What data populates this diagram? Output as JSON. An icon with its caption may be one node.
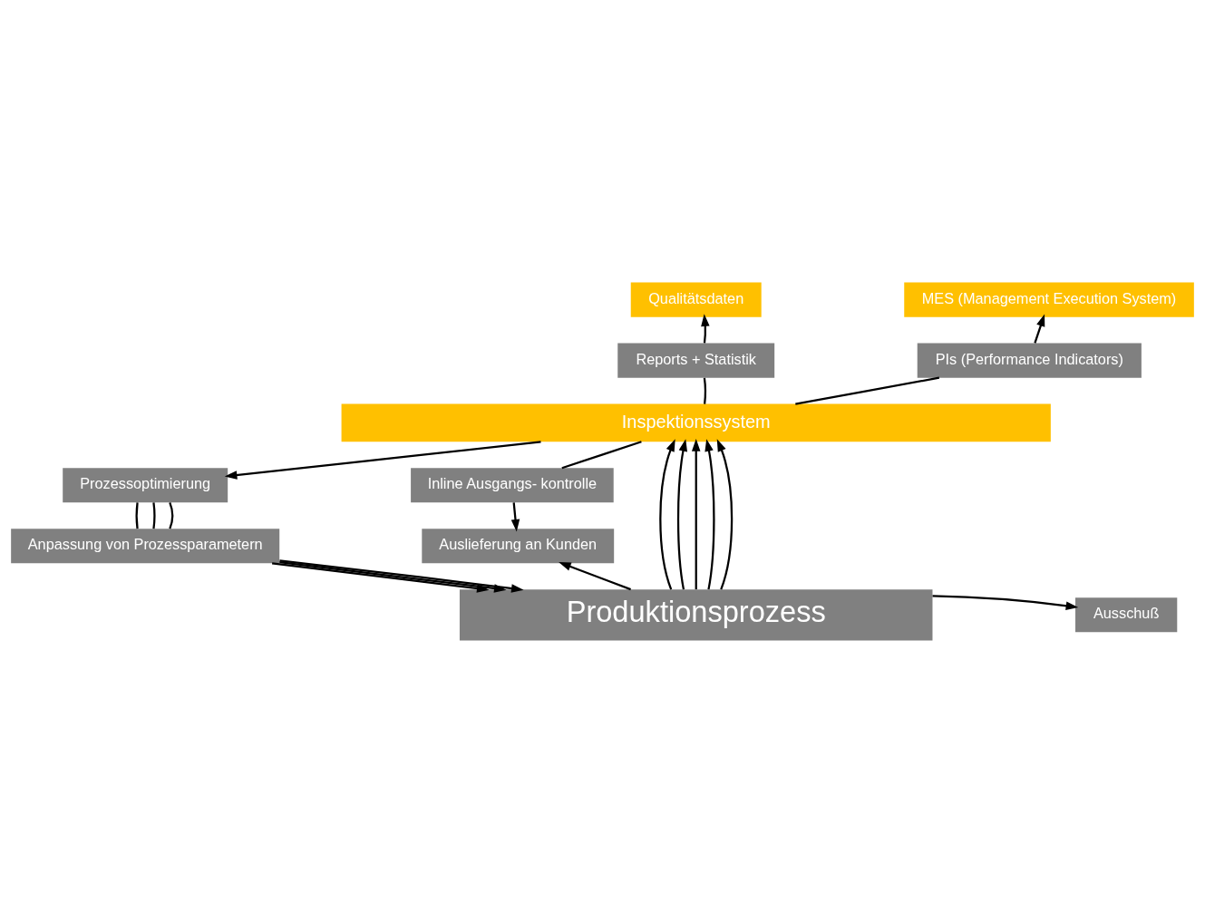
{
  "diagram": {
    "nodes": [
      {
        "text": [
          "Qualitätsdaten"
        ]
      },
      {
        "text": [
          "MES (Management Execution System)"
        ]
      },
      {
        "text": [
          "Reports + Statistik"
        ]
      },
      {
        "text": [
          "PIs (Performance Indicators)"
        ]
      },
      {
        "text": [
          "Inspektionssystem"
        ]
      },
      {
        "text": [
          "Prozessoptimierung"
        ]
      },
      {
        "text": [
          "Anpassung von Prozessparametern"
        ]
      },
      {
        "text": [
          "Inline Ausgangs- kontrolle"
        ]
      },
      {
        "text": [
          "Auslieferung an Kunden"
        ]
      },
      {
        "text": [
          "Produktionsprozess"
        ]
      },
      {
        "text": [
          "Ausschuß"
        ]
      }
    ],
    "edges": [
      {
        "from": 2,
        "to": 0,
        "arrow": "to"
      },
      {
        "from": 4,
        "to": 2,
        "arrow": "none"
      },
      {
        "from": 3,
        "to": 1,
        "arrow": "to"
      },
      {
        "from": 4,
        "to": 3,
        "arrow": "none"
      },
      {
        "from": 4,
        "to": 5,
        "arrow": "to"
      },
      {
        "from": 5,
        "to": 6,
        "arrow": "none"
      },
      {
        "from": 5,
        "to": 6,
        "arrow": "none"
      },
      {
        "from": 5,
        "to": 6,
        "arrow": "none"
      },
      {
        "from": 6,
        "to": 9,
        "arrow": "to"
      },
      {
        "from": 6,
        "to": 9,
        "arrow": "to"
      },
      {
        "from": 6,
        "to": 9,
        "arrow": "to"
      },
      {
        "from": 9,
        "to": 4,
        "arrow": "to"
      },
      {
        "from": 9,
        "to": 4,
        "arrow": "to"
      },
      {
        "from": 9,
        "to": 4,
        "arrow": "to"
      },
      {
        "from": 9,
        "to": 4,
        "arrow": "to"
      },
      {
        "from": 9,
        "to": 4,
        "arrow": "to"
      },
      {
        "from": 4,
        "to": 7,
        "arrow": "none"
      },
      {
        "from": 7,
        "to": 8,
        "arrow": "to"
      },
      {
        "from": 9,
        "to": 8,
        "arrow": "to"
      },
      {
        "from": 9,
        "to": 10,
        "arrow": "to"
      }
    ]
  }
}
